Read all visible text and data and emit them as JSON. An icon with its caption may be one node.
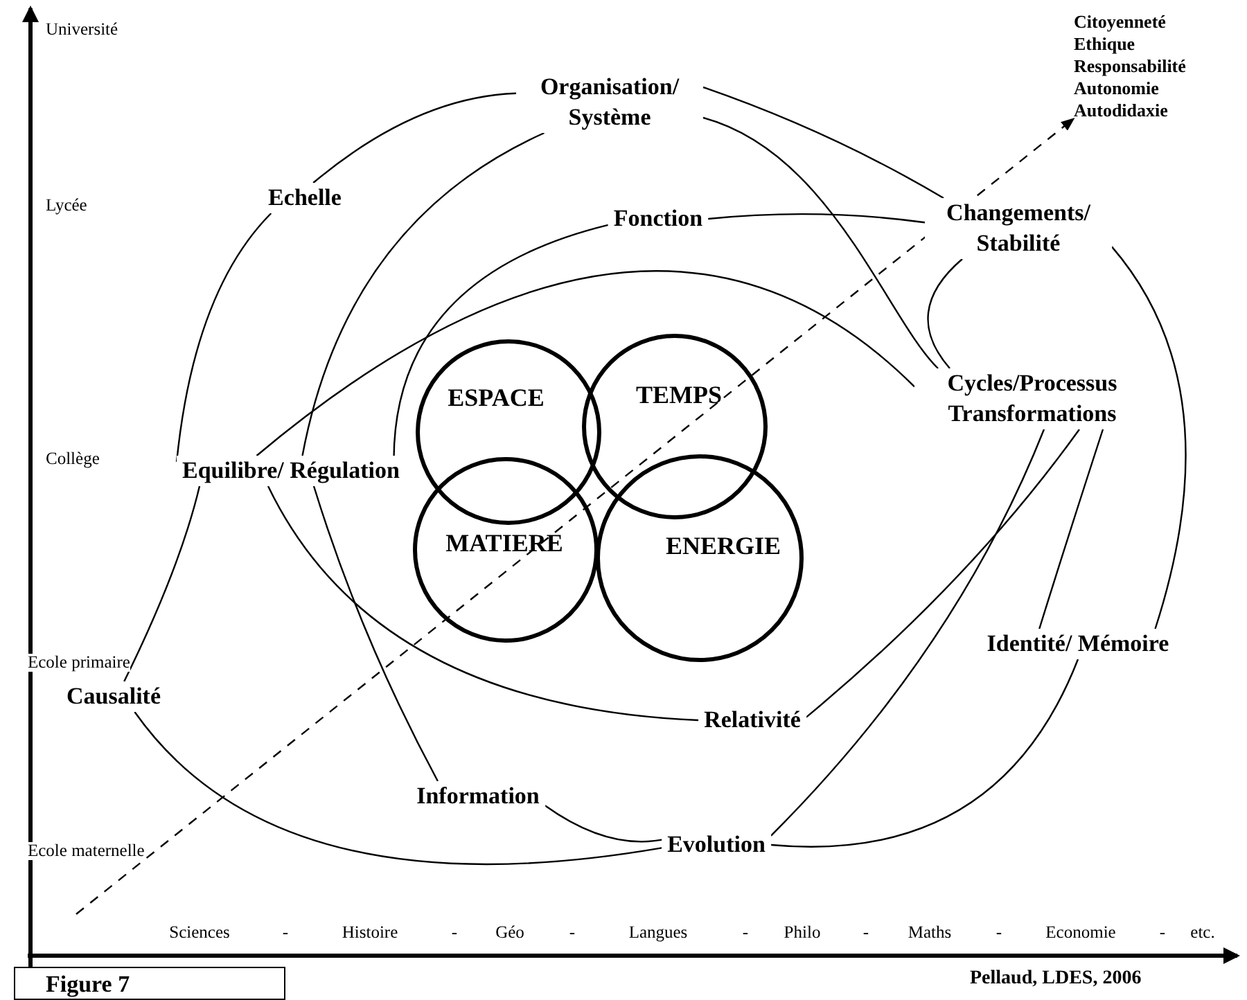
{
  "diagram": {
    "nodes": [
      {
        "text": [
          "Organisation/ Système"
        ]
      },
      {
        "text": [
          "Echelle"
        ]
      },
      {
        "text": [
          "Fonction"
        ]
      },
      {
        "text": [
          "Changements/ Stabilité"
        ]
      },
      {
        "text": [
          "Citoyenneté",
          "Ethique",
          "Responsabilité",
          "Autonomie",
          "Autodidaxie"
        ]
      },
      {
        "text": [
          "ESPACE"
        ]
      },
      {
        "text": [
          "TEMPS"
        ]
      },
      {
        "text": [
          "Cycles/Processus Transformations"
        ]
      },
      {
        "text": [
          "Equilibre/ Régulation"
        ]
      },
      {
        "text": [
          "MATIERE"
        ]
      },
      {
        "text": [
          "ENERGIE"
        ]
      },
      {
        "text": [
          "Identité/ Mémoire"
        ]
      },
      {
        "text": [
          "Causalité"
        ]
      },
      {
        "text": [
          "Relativité"
        ]
      },
      {
        "text": [
          "Information"
        ]
      },
      {
        "text": [
          "Evolution"
        ]
      },
      {
        "text": [
          "Figure 7"
        ]
      }
    ],
    "edges": [
      {
        "from": 0,
        "to": 1,
        "arrow": "none"
      },
      {
        "from": 1,
        "to": 8,
        "arrow": "none"
      },
      {
        "from": 0,
        "to": 8,
        "arrow": "none"
      },
      {
        "from": 2,
        "to": 8,
        "arrow": "none"
      },
      {
        "from": 0,
        "to": 3,
        "arrow": "none"
      },
      {
        "from": 2,
        "to": 3,
        "arrow": "none"
      },
      {
        "from": 0,
        "to": 7,
        "arrow": "none"
      },
      {
        "from": 3,
        "to": 7,
        "arrow": "none"
      },
      {
        "from": 3,
        "to": 11,
        "arrow": "none"
      },
      {
        "from": 7,
        "to": 11,
        "arrow": "none"
      },
      {
        "from": 8,
        "to": 13,
        "arrow": "none"
      },
      {
        "from": 13,
        "to": 7,
        "arrow": "none"
      },
      {
        "from": 12,
        "to": 8,
        "arrow": "none"
      },
      {
        "from": 12,
        "to": 15,
        "arrow": "none"
      },
      {
        "from": 14,
        "to": 8,
        "arrow": "none"
      },
      {
        "from": 14,
        "to": 15,
        "arrow": "none"
      },
      {
        "from": 15,
        "to": 11,
        "arrow": "none"
      },
      {
        "from": 15,
        "to": 7,
        "arrow": "none"
      },
      {
        "from": 8,
        "to": 7,
        "arrow": "none"
      },
      {
        "from": null,
        "to": 4,
        "arrow": "to",
        "style": "dashed"
      }
    ],
    "labels": [
      "Université",
      "Lycée",
      "Collège",
      "Ecole primaire",
      "Ecole maternelle",
      "Sciences",
      "-",
      "Histoire",
      "-",
      "Géo",
      "-",
      "Langues",
      "-",
      "Philo",
      "-",
      "Maths",
      "-",
      "Economie",
      "-",
      "etc.",
      "Pellaud, LDES, 2006"
    ]
  }
}
